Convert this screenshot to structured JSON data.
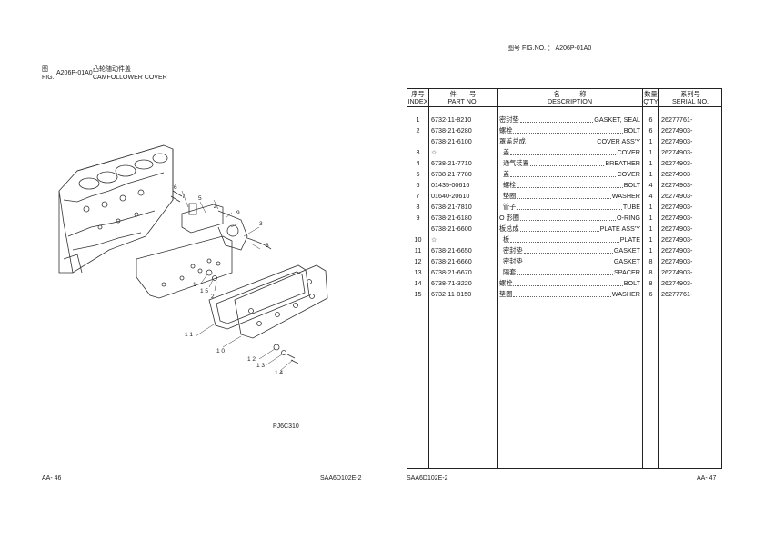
{
  "left_page": {
    "fig_cn_label": "图",
    "fig_label": "FIG.",
    "fig_number": "A206P-01A0",
    "title_cn": "凸轮随动件盖",
    "title_en": "CAMFOLLOWER COVER",
    "diagram_code": "PJ6C310",
    "callouts": [
      "1",
      "2",
      "3",
      "4",
      "5",
      "6",
      "7",
      "8",
      "9",
      "1 0",
      "1 1",
      "1 2",
      "1 3",
      "1 4",
      "1 5"
    ],
    "page_number": "AA- 46",
    "model": "SAA6D102E-2"
  },
  "right_page": {
    "fig_cn_label": "图号",
    "fig_label": "FIG.NO. ：",
    "fig_number": "A206P-01A0",
    "model": "SAA6D102E-2",
    "page_number": "AA- 47",
    "headers": {
      "index_cn": "序号",
      "index_en": "INDEX",
      "part_cn": "件　　号",
      "part_en": "PART NO.",
      "desc_cn": "名　　　称",
      "desc_en": "DESCRIPTION",
      "qty_cn": "数量",
      "qty_en": "Q'TY",
      "serial_cn": "系列号",
      "serial_en": "SERIAL NO."
    },
    "rows": [
      {
        "index": "1",
        "part": "6732-11-8210",
        "cn": "密封垫",
        "en": "GASKET, SEAL",
        "qty": "6",
        "serial": "26277761-"
      },
      {
        "index": "2",
        "part": "6738-21-6280",
        "cn": "螺栓",
        "en": "BOLT",
        "qty": "6",
        "serial": "26274903-"
      },
      {
        "index": "",
        "part": "6738-21-6100",
        "cn": "罩盖总成",
        "en": "COVER ASS'Y",
        "qty": "1",
        "serial": "26274903-"
      },
      {
        "index": "3",
        "part": "☆",
        "cn": "  盖",
        "en": "COVER",
        "qty": "1",
        "serial": "26274903-"
      },
      {
        "index": "4",
        "part": "6738-21-7710",
        "cn": "  通气装置",
        "en": "BREATHER",
        "qty": "1",
        "serial": "26274903-"
      },
      {
        "index": "5",
        "part": "6738-21-7780",
        "cn": "  盖",
        "en": "COVER",
        "qty": "1",
        "serial": "26274903-"
      },
      {
        "index": "6",
        "part": "01435-00616",
        "cn": "  螺栓",
        "en": "BOLT",
        "qty": "4",
        "serial": "26274903-"
      },
      {
        "index": "7",
        "part": "01640-20610",
        "cn": "  垫圈",
        "en": "WASHER",
        "qty": "4",
        "serial": "26274903-"
      },
      {
        "index": "8",
        "part": "6738-21-7810",
        "cn": "  管子",
        "en": "TUBE",
        "qty": "1",
        "serial": "26274903-"
      },
      {
        "index": "9",
        "part": "6738-21-6180",
        "cn": "O 形圈",
        "en": "O-RING",
        "qty": "1",
        "serial": "26274903-"
      },
      {
        "index": "",
        "part": "6738-21-6600",
        "cn": "板总成",
        "en": "PLATE ASS'Y",
        "qty": "1",
        "serial": "26274903-"
      },
      {
        "index": "10",
        "part": "☆",
        "cn": "  板",
        "en": "PLATE",
        "qty": "1",
        "serial": "26274903-"
      },
      {
        "index": "11",
        "part": "6738-21-6650",
        "cn": "  密封垫",
        "en": "GASKET",
        "qty": "1",
        "serial": "26274903-"
      },
      {
        "index": "12",
        "part": "6738-21-6660",
        "cn": "  密封垫",
        "en": "GASKET",
        "qty": "8",
        "serial": "26274903-"
      },
      {
        "index": "13",
        "part": "6738-21-6670",
        "cn": "  隔套",
        "en": "SPACER",
        "qty": "8",
        "serial": "26274903-"
      },
      {
        "index": "14",
        "part": "6738-71-3220",
        "cn": "螺栓",
        "en": "BOLT",
        "qty": "8",
        "serial": "26274903-"
      },
      {
        "index": "15",
        "part": "6732-11-8150",
        "cn": "垫圈",
        "en": "WASHER",
        "qty": "6",
        "serial": "26277761-"
      }
    ]
  }
}
